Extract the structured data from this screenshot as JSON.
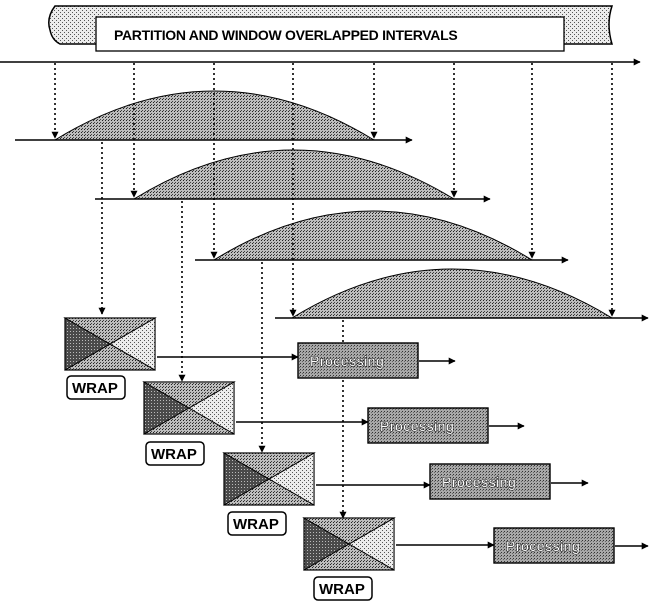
{
  "banner": {
    "title": "PARTITION AND WINDOW OVERLAPPED INTERVALS"
  },
  "stages": [
    {
      "wrap_label": "WRAP",
      "processing_label": "Processing"
    },
    {
      "wrap_label": "WRAP",
      "processing_label": "Processing"
    },
    {
      "wrap_label": "WRAP",
      "processing_label": "Processing"
    },
    {
      "wrap_label": "WRAP",
      "processing_label": "Processing"
    }
  ]
}
